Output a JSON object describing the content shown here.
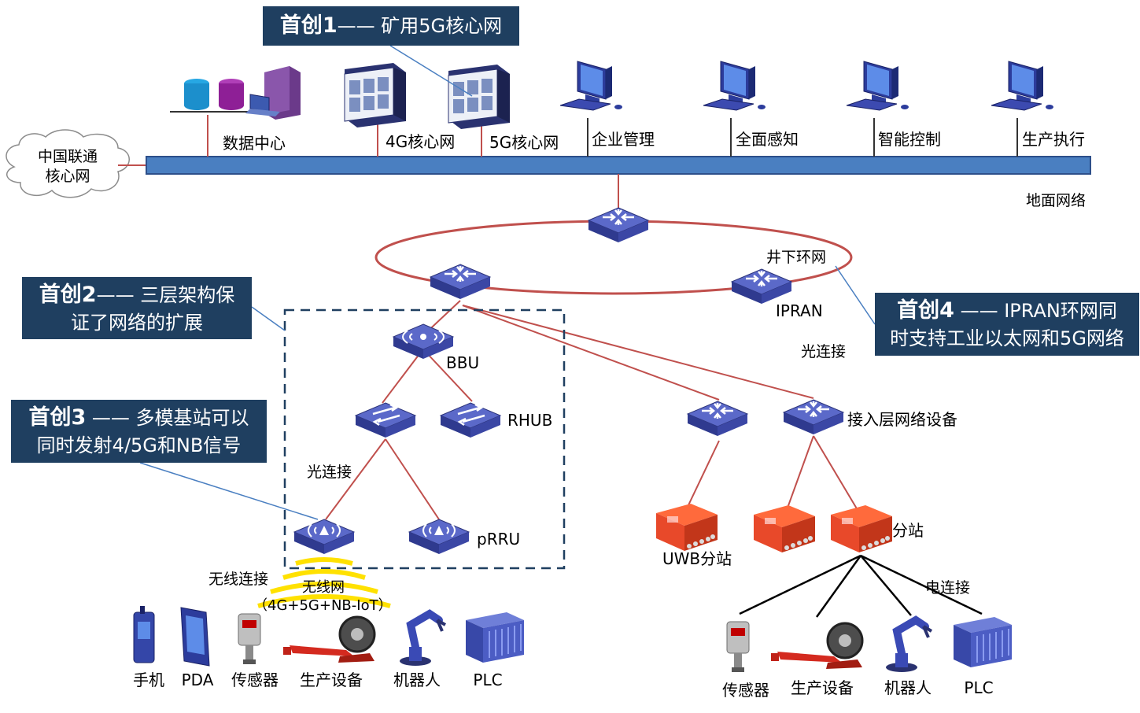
{
  "callouts": {
    "c1": {
      "title": "首创1",
      "text": "—— 矿用5G核心网"
    },
    "c2": {
      "title": "首创2",
      "text": "—— 三层架构保",
      "line2": "证了网络的扩展"
    },
    "c3": {
      "title": "首创3",
      "text": " —— 多模基站可以",
      "line2": "同时发射4/5G和NB信号"
    },
    "c4": {
      "title": "首创4",
      "text": " —— IPRAN环网同",
      "line2": "时支持工业以太网和5G网络"
    }
  },
  "labels": {
    "cloud": [
      "中国联通",
      "核心网"
    ],
    "data_center": "数据中心",
    "core4g": "4G核心网",
    "core5g": "5G核心网",
    "enterprise": "企业管理",
    "perception": "全面感知",
    "control": "智能控制",
    "production": "生产执行",
    "ground_net": "地面网络",
    "ring": "井下环网",
    "ipran": "IPRAN",
    "optical": "光连接",
    "bbu": "BBU",
    "rhub": "RHUB",
    "optical2": "光连接",
    "prru": "pRRU",
    "wireless_conn": "无线连接",
    "wireless_net": "无线网",
    "wireless_tech": "（4G+5G+NB-IoT）",
    "access": "接入层网络设备",
    "uwb": "UWB分站",
    "substation": "分站",
    "electric": "电连接",
    "devices_left": [
      "手机",
      "PDA",
      "传感器",
      "生产设备",
      "机器人",
      "PLC"
    ],
    "devices_right": [
      "传感器",
      "生产设备",
      "机器人",
      "PLC"
    ]
  },
  "colors": {
    "callout_bg": "#1f3f60",
    "bus": "#4a7fc1",
    "ring": "#c0504d",
    "device": "#4a59b8",
    "substation": "#e8492a",
    "signal": "#ffe100"
  }
}
